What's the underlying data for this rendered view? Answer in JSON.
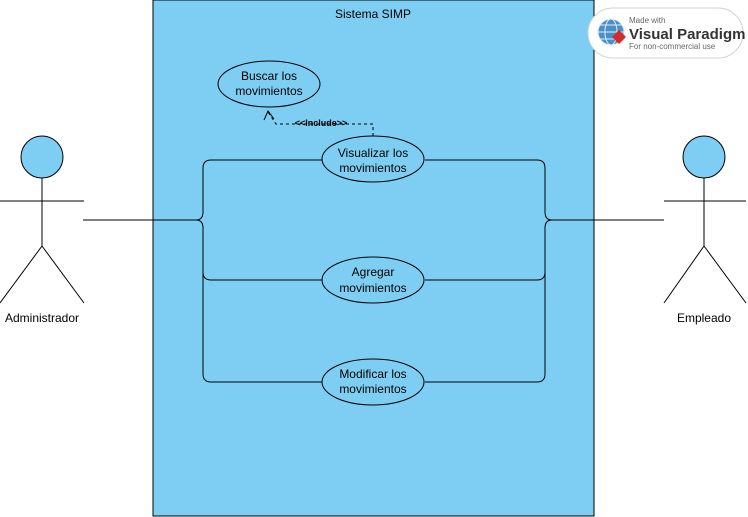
{
  "system": {
    "title": "Sistema SIMP"
  },
  "actors": {
    "left": {
      "name": "Administrador"
    },
    "right": {
      "name": "Empleado"
    }
  },
  "use_cases": {
    "buscar": [
      "Buscar los",
      "movimientos"
    ],
    "visualizar": [
      "Visualizar los",
      "movimientos"
    ],
    "agregar": [
      "Agregar",
      "movimientos"
    ],
    "modificar": [
      "Modificar los",
      "movimientos"
    ]
  },
  "include_label": "<<Include>>",
  "watermark": {
    "made_with": "Made with",
    "brand": "Visual Paradigm",
    "license": "For non-commercial use"
  },
  "colors": {
    "system_fill": "#7ECEF4",
    "line": "#000000"
  }
}
